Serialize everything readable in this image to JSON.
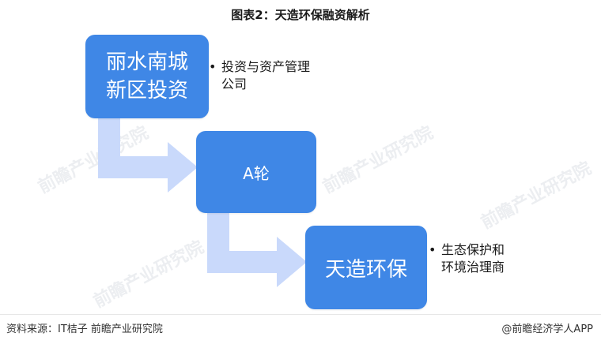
{
  "title": "图表2：天造环保融资解析",
  "nodes": [
    {
      "label": "丽水南城新区投资",
      "bullets": [
        "投资与资产管理公司"
      ]
    },
    {
      "label": "A轮",
      "bullets": []
    },
    {
      "label": "天造环保",
      "bullets": [
        "生态保护和环境治理商"
      ]
    }
  ],
  "watermark": "前瞻产业研究院",
  "footer": {
    "source": "资料来源：IT桔子 前瞻产业研究院",
    "brand": "@前瞻经济学人APP"
  },
  "colors": {
    "box": "#3f87e6",
    "arrow": "#c9d9fb"
  }
}
